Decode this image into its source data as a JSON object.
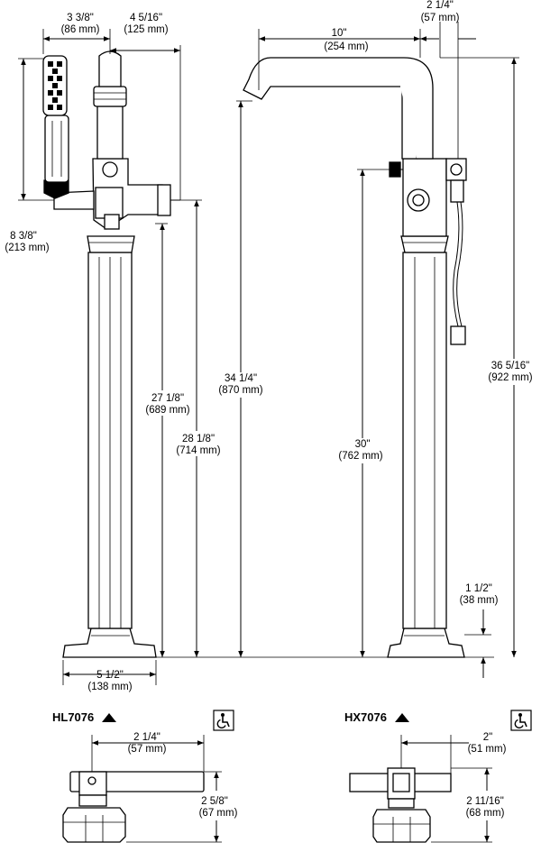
{
  "dimensions": {
    "left_width_top": {
      "imperial": "3 3/8\"",
      "metric": "(86 mm)"
    },
    "left_depth_top": {
      "imperial": "4 5/16\"",
      "metric": "(125 mm)"
    },
    "handshower_height": {
      "imperial": "8 3/8\"",
      "metric": "(213 mm)"
    },
    "handshower_base_height": {
      "imperial": "27 1/8\"",
      "metric": "(689 mm)"
    },
    "control_height": {
      "imperial": "28 1/8\"",
      "metric": "(714 mm)"
    },
    "base_width": {
      "imperial": "5 1/2\"",
      "metric": "(138 mm)"
    },
    "spout_reach": {
      "imperial": "10\"",
      "metric": "(254 mm)"
    },
    "spout_offset": {
      "imperial": "2 1/4\"",
      "metric": "(57 mm)"
    },
    "spout_outlet_height": {
      "imperial": "34 1/4\"",
      "metric": "(870 mm)"
    },
    "valve_height": {
      "imperial": "30\"",
      "metric": "(762 mm)"
    },
    "total_height": {
      "imperial": "36 5/16\"",
      "metric": "(922 mm)"
    },
    "hose_clearance": {
      "imperial": "1 1/2\"",
      "metric": "(38 mm)"
    }
  },
  "handles": [
    {
      "model": "HL7076",
      "width": {
        "imperial": "2 1/4\"",
        "metric": "(57 mm)"
      },
      "height": {
        "imperial": "2 5/8\"",
        "metric": "(67 mm)"
      },
      "icon": "accessibility-icon"
    },
    {
      "model": "HX7076",
      "width": {
        "imperial": "2\"",
        "metric": "(51 mm)"
      },
      "height": {
        "imperial": "2 11/16\"",
        "metric": "(68 mm)"
      },
      "icon": "accessibility-icon"
    }
  ]
}
